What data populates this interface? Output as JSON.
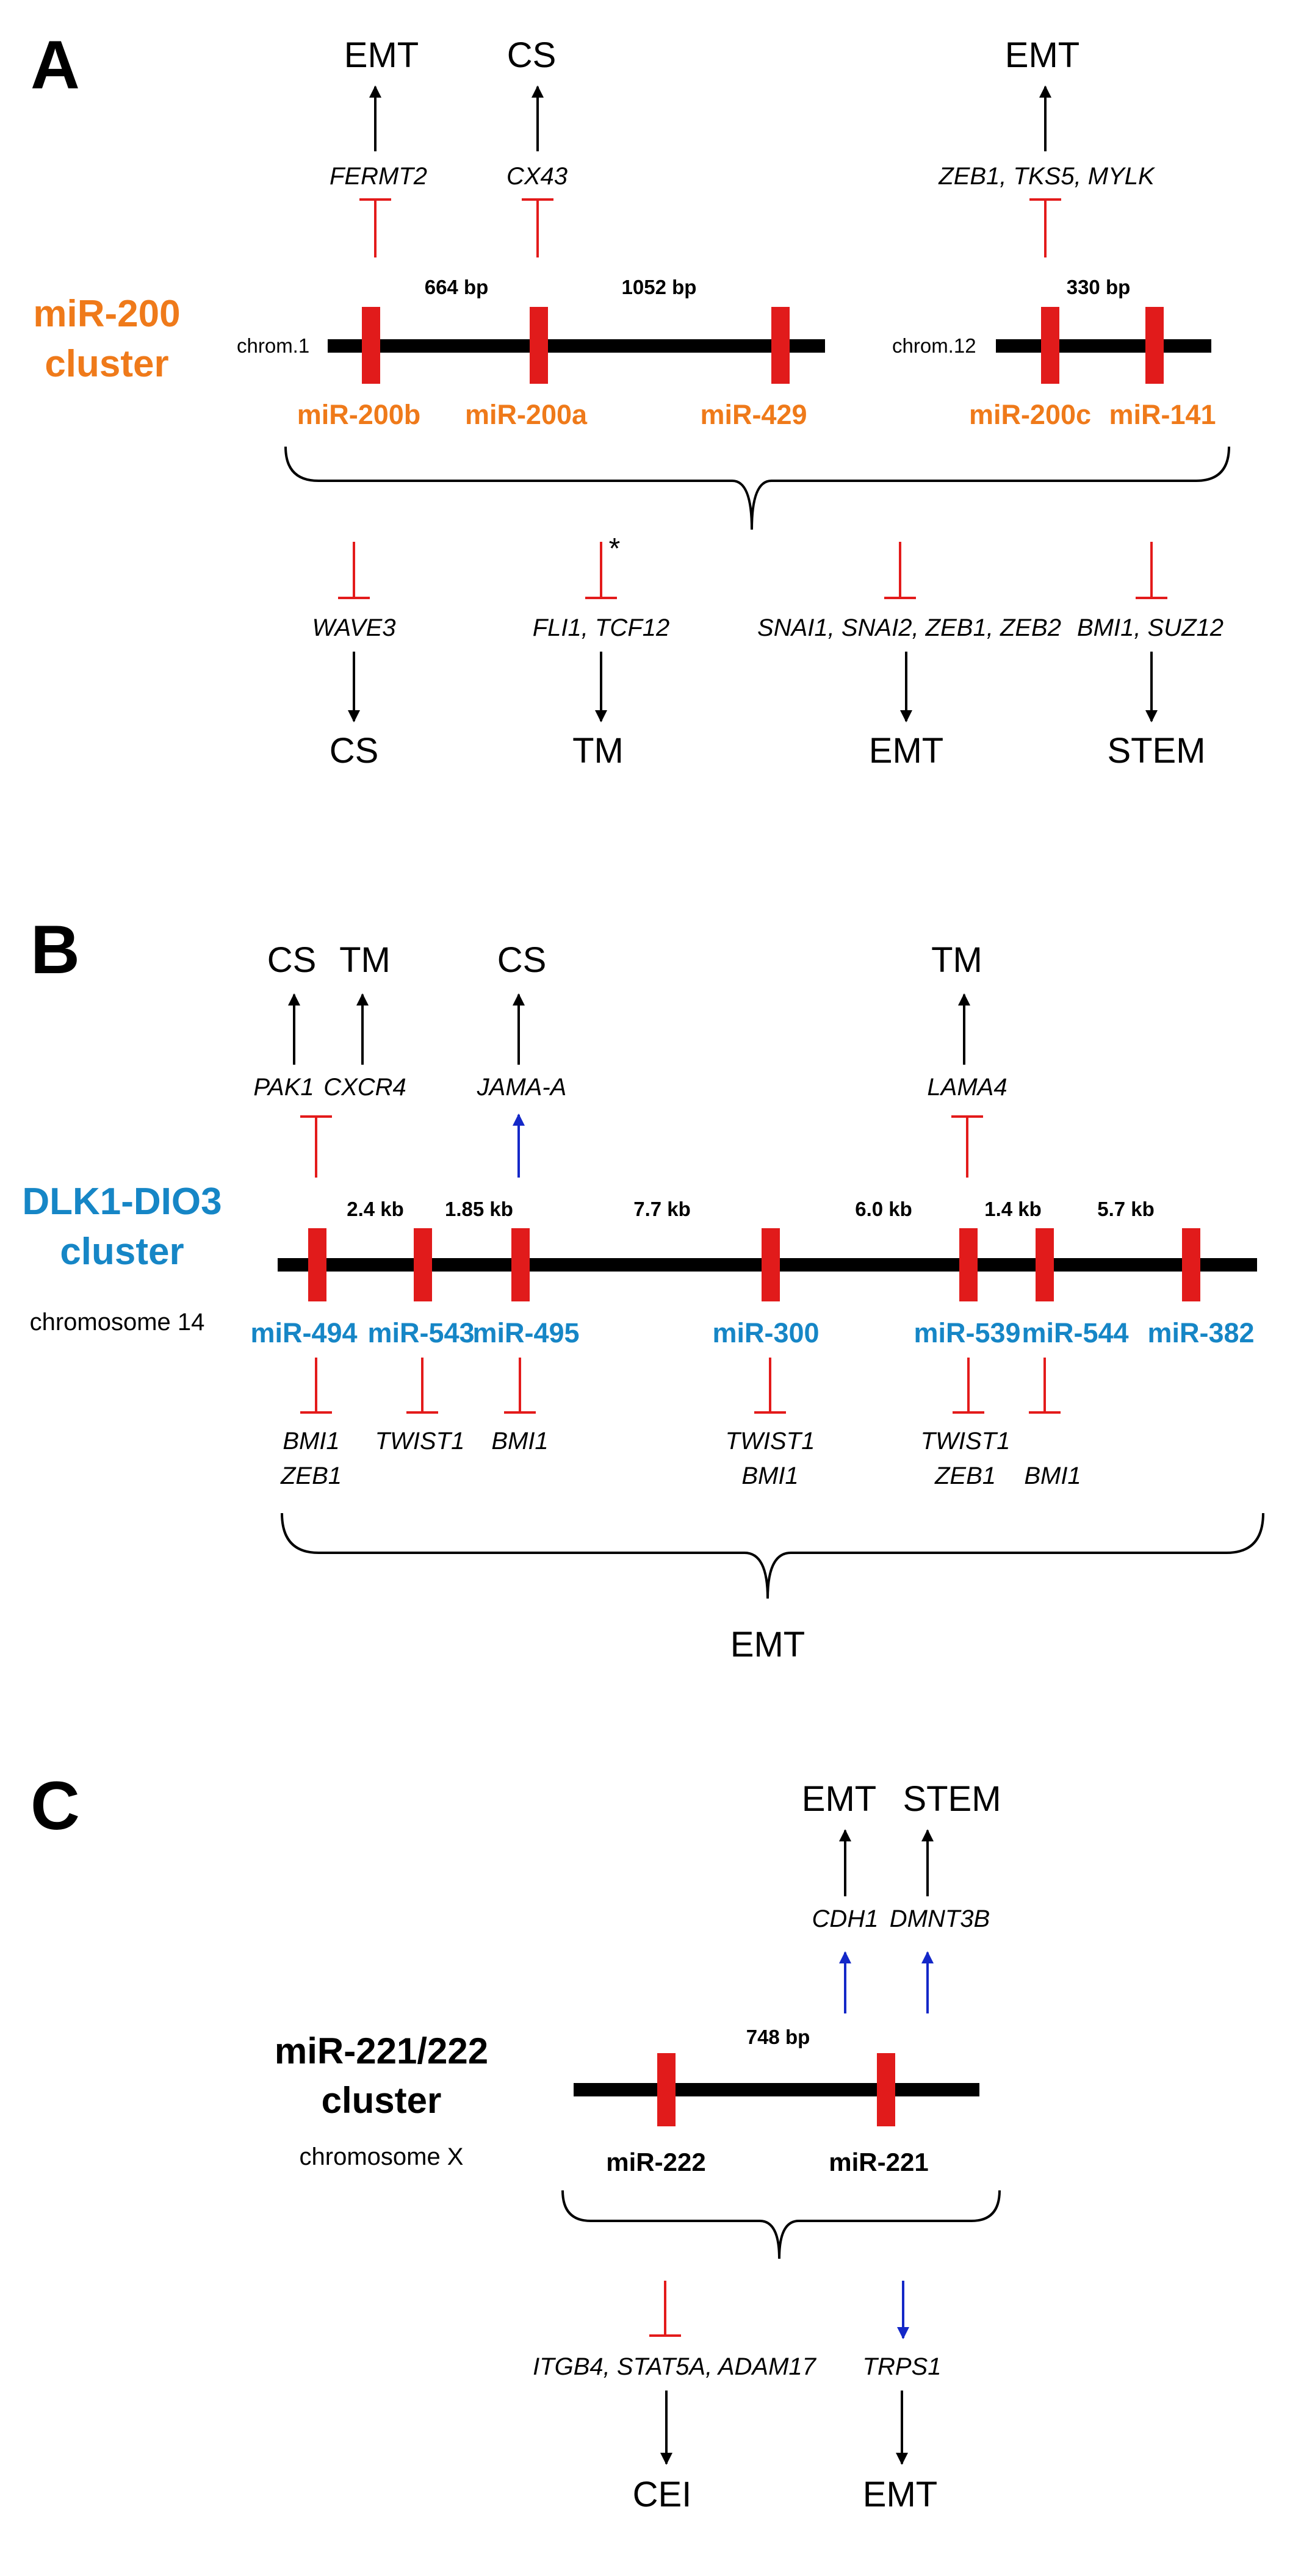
{
  "panelA": {
    "letter": "A",
    "cluster_line1": "miR-200",
    "cluster_line2": "cluster",
    "chrom1": "chrom.1",
    "chrom12": "chrom.12",
    "dist_664": "664 bp",
    "dist_1052": "1052 bp",
    "dist_330": "330 bp",
    "mirs": [
      "miR-200b",
      "miR-200a",
      "miR-429",
      "miR-200c",
      "miR-141"
    ],
    "top_genes": [
      "FERMT2",
      "CX43",
      "ZEB1, TKS5, MYLK"
    ],
    "top_outcomes": [
      "EMT",
      "CS",
      "EMT"
    ],
    "bottom_genes": [
      "WAVE3",
      "FLI1, TCF12",
      "SNAI1, SNAI2, ZEB1, ZEB2",
      "BMI1, SUZ12"
    ],
    "bottom_outcomes": [
      "CS",
      "TM",
      "EMT",
      "STEM"
    ],
    "asterisk": "*"
  },
  "panelB": {
    "letter": "B",
    "cluster_line1": "DLK1-DIO3",
    "cluster_line2": "cluster",
    "chromosome": "chromosome 14",
    "distances": [
      "2.4 kb",
      "1.85 kb",
      "7.7 kb",
      "6.0 kb",
      "1.4 kb",
      "5.7 kb"
    ],
    "mirs": [
      "miR-494",
      "miR-543",
      "miR-495",
      "miR-300",
      "miR-539",
      "miR-544",
      "miR-382"
    ],
    "top_genes": [
      "PAK1",
      "CXCR4",
      "JAMA-A",
      "LAMA4"
    ],
    "top_outcomes": [
      "CS",
      "TM",
      "CS",
      "TM"
    ],
    "bottom_genes": [
      "BMI1",
      "ZEB1",
      "TWIST1",
      "BMI1",
      "TWIST1",
      "BMI1",
      "TWIST1",
      "ZEB1",
      "BMI1"
    ],
    "bottom_outcome": "EMT"
  },
  "panelC": {
    "letter": "C",
    "cluster_line1": "miR-221/222",
    "cluster_line2": "cluster",
    "chromosome": "chromosome X",
    "distance": "748 bp",
    "mirs": [
      "miR-222",
      "miR-221"
    ],
    "top_genes": [
      "CDH1",
      "DMNT3B"
    ],
    "top_outcomes": [
      "EMT",
      "STEM"
    ],
    "bottom_genes": [
      "ITGB4, STAT5A, ADAM17",
      "TRPS1"
    ],
    "bottom_outcomes": [
      "CEI",
      "EMT"
    ]
  },
  "colors": {
    "panelA_mirs": "#ef7a1a",
    "panelB_mirs": "#1686c6",
    "mir_locus": "#e11b1b",
    "inhibition": "#e31b1b",
    "activation_blue": "#1428c8",
    "activation_black": "#000000"
  }
}
